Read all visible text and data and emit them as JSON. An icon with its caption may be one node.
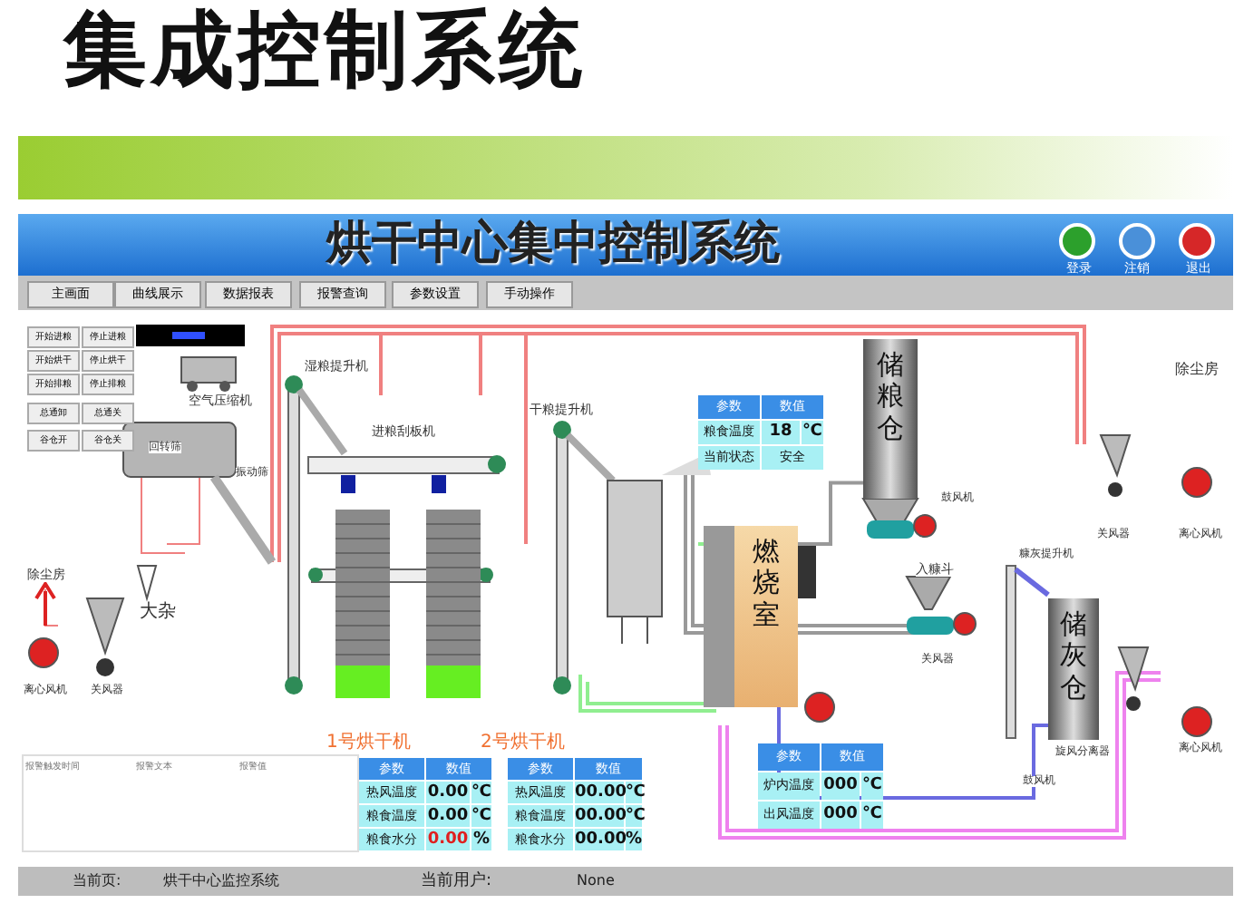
{
  "diagram": {
    "title": "集成控制系统",
    "nodes": [
      {
        "text": [
          "储粮仓"
        ]
      },
      {
        "text": [
          "燃烧室"
        ]
      },
      {
        "text": [
          "储灰仓"
        ]
      },
      {
        "text": [],
        "shape": "bar"
      },
      {
        "text": [
          "烘干中心集中控制系统"
        ]
      }
    ],
    "edges": [
      {
        "from": 0,
        "to": 1,
        "arrow": "none",
        "color": "#999999"
      },
      {
        "from": 1,
        "to": 2,
        "arrow": "none",
        "color": "#6a6ae0"
      }
    ],
    "labels": [
      "登录",
      "注销",
      "退出",
      "主画面",
      "曲线展示",
      "数据报表",
      "报警查询",
      "参数设置",
      "手动操作",
      "开始进粮",
      "停止进粮",
      "开始烘干",
      "停止烘干",
      "开始排粮",
      "停止排粮",
      "总通卸",
      "总通关",
      "谷仓开",
      "谷仓关",
      "空气压缩机",
      "湿粮提升机",
      "进粮刮板机",
      "干粮提升机",
      "参数",
      "数值",
      "粮食温度",
      "18",
      "℃",
      "当前状态",
      "安全",
      "除尘房",
      "回转筛",
      "振动筛",
      "鼓风机",
      "关风器",
      "离心风机",
      "除尘房",
      "大杂",
      "入糠斗",
      "糠灰提升机",
      "离心风机",
      "关风器",
      "关风器",
      "旋风分离器",
      "离心风机",
      "1号烘干机",
      "2号烘干机",
      "报警触发时间",
      "报警文本",
      "报警值",
      "参数",
      "数值",
      "热风温度",
      "0.00",
      "℃",
      "粮食温度",
      "0.00",
      "℃",
      "粮食水分",
      "0.00",
      "%",
      "参数",
      "数值",
      "热风温度",
      "00.00",
      "℃",
      "粮食温度",
      "00.00",
      "℃",
      "粮食水分",
      "00.00",
      "%",
      "参数",
      "数值",
      "炉内温度",
      "000",
      "℃",
      "出风温度",
      "000",
      "℃",
      "鼓风机",
      "当前页:",
      "烘干中心监控系统",
      "当前用户:",
      "None"
    ]
  }
}
